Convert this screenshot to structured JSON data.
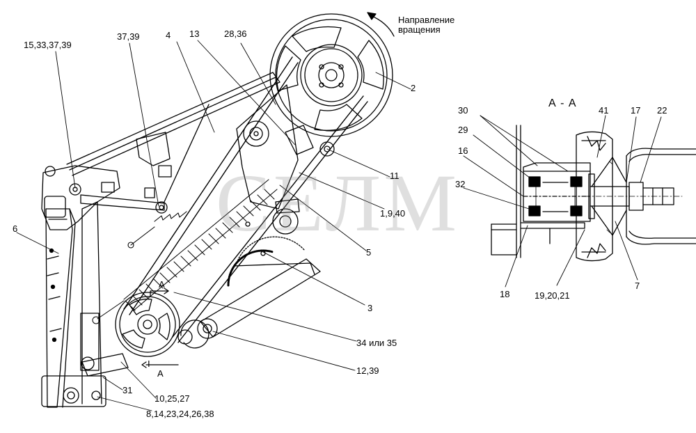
{
  "rotation_caption": [
    "Направление",
    "вращения"
  ],
  "section_title": "А - А",
  "watermark": "СЕЛМ",
  "section_markers": {
    "upper": "А",
    "lower": "А",
    "cut": "I"
  },
  "callouts": {
    "c15": "15,33,37,39",
    "c37": "37,39",
    "c4": "4",
    "c13": "13",
    "c28": "28,36",
    "c2": "2",
    "c11": "11",
    "c1940": "1,9,40",
    "c5": "5",
    "c6": "6",
    "c3": "3",
    "c34": "34 или 35",
    "c12": "12,39",
    "c31": "31",
    "c10": "10,25,27",
    "c8": "8,14,23,24,26,38",
    "c30": "30",
    "c29": "29",
    "c16": "16",
    "c32": "32",
    "c18": "18",
    "c19": "19,20,21",
    "c41": "41",
    "c17": "17",
    "c22": "22",
    "c7": "7"
  },
  "colors": {
    "ink": "#000000",
    "background": "#ffffff",
    "watermark": "#8c8c8c"
  }
}
